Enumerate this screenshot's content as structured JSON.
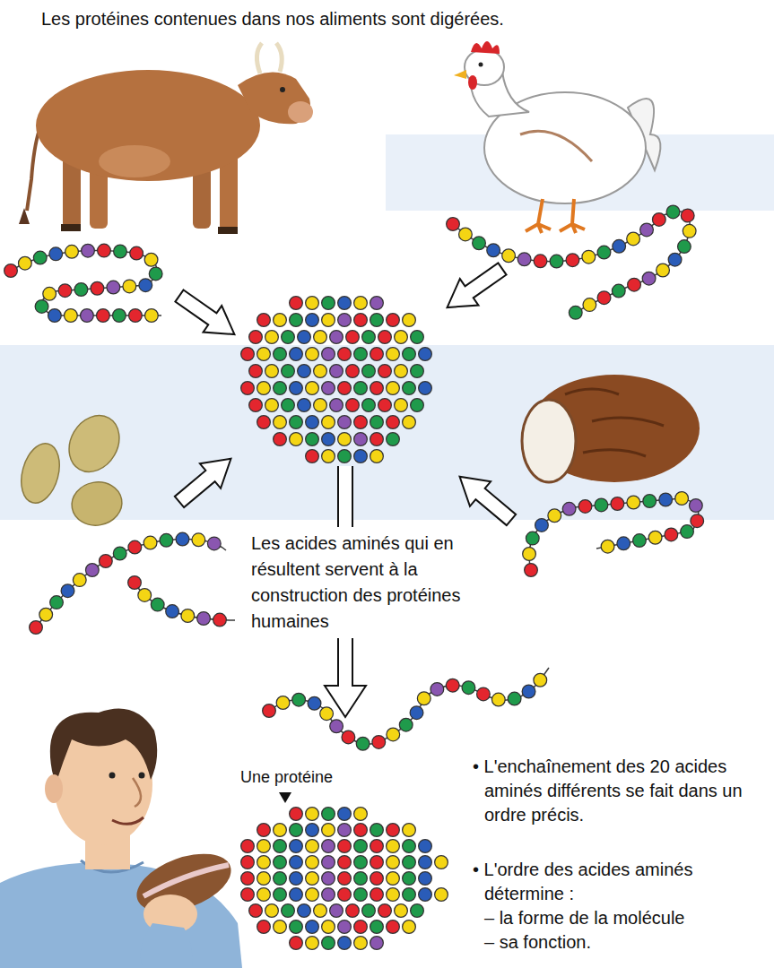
{
  "diagram": {
    "title": "Les protéines contenues dans nos aliments sont digérées.",
    "labels": [
      "Les acides aminés qui en résultent servent à la construction des protéines humaines",
      "Une protéine",
      "• L'enchaînement des 20 acides aminés différents se fait dans un ordre précis.",
      "• L'ordre des acides aminés détermine :",
      "– la forme de la molécule",
      "– sa fonction."
    ]
  }
}
